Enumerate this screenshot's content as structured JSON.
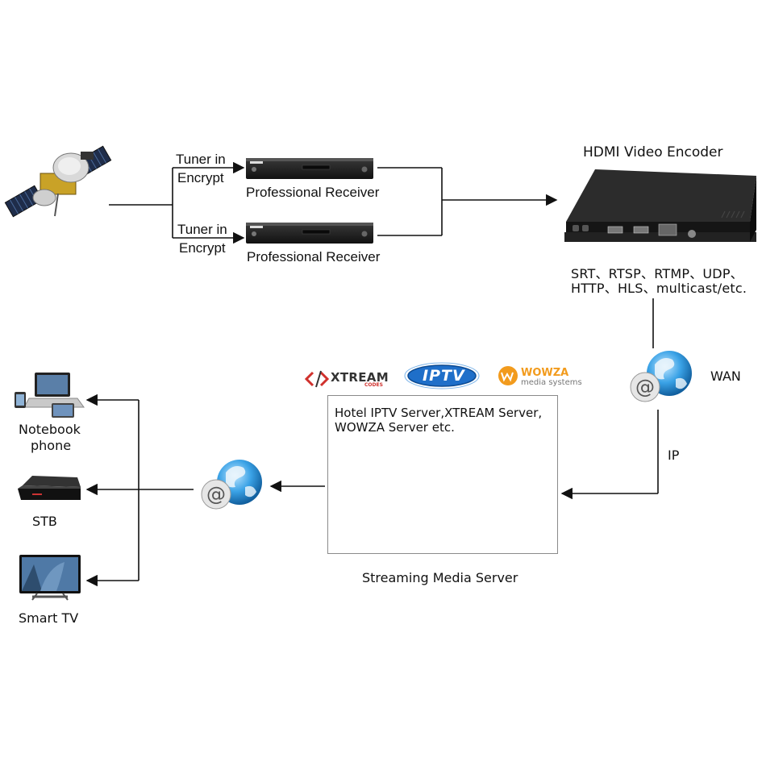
{
  "encoder": {
    "title": "HDMI Video Encoder"
  },
  "tuner": {
    "top_label_line1": "Tuner in",
    "top_label_line2": "Encrypt",
    "bottom_label_line1": "Tuner in",
    "bottom_label_line2": "Encrypt"
  },
  "receivers": {
    "top": "Professional Receiver",
    "bottom": "Professional Receiver"
  },
  "protocols": {
    "line1": "SRT、RTSP、RTMP、UDP、",
    "line2": "HTTP、HLS、multicast/etc."
  },
  "network": {
    "wan_label": "WAN",
    "ip_label": "IP"
  },
  "server": {
    "note_line1": "Hotel IPTV Server,XTREAM Server,",
    "note_line2": "WOWZA Server etc.",
    "caption": "Streaming Media Server"
  },
  "logos": {
    "xtream": "XTREAM",
    "xtream_sub": "CODES",
    "iptv": "IPTV",
    "wowza": "WOWZA",
    "wowza_sub": "media systems"
  },
  "clients": {
    "notebook_line1": "Notebook",
    "notebook_line2": "phone",
    "stb": "STB",
    "smart_tv": "Smart TV"
  },
  "colors": {
    "globe": "#2a8fd8",
    "wowza_orange": "#f29b1d",
    "xtream_red": "#d0312d",
    "iptv_blue": "#1f6fc9"
  }
}
